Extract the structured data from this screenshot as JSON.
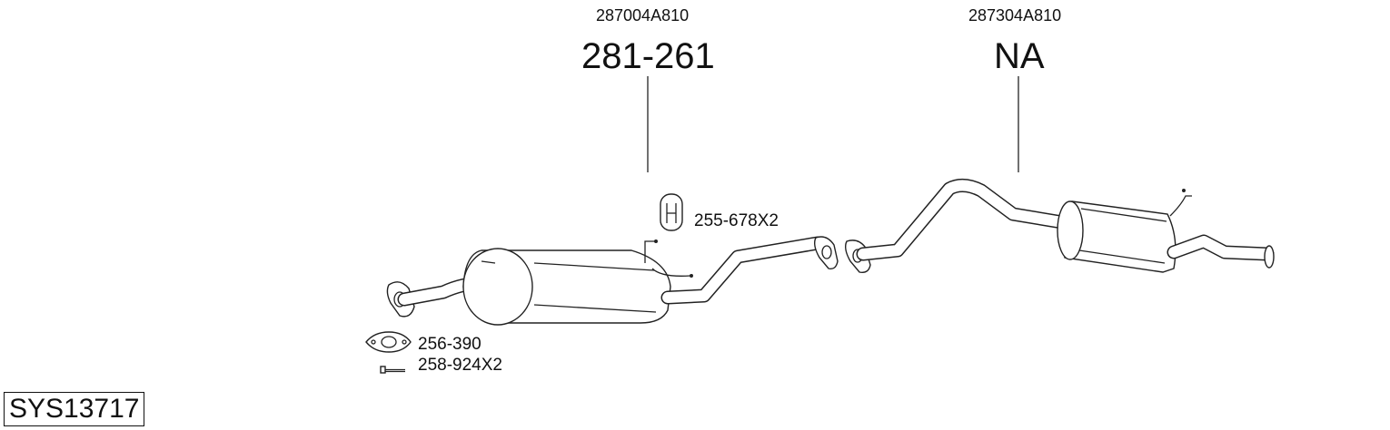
{
  "diagram": {
    "system_code": "SYS13717",
    "front_section": {
      "oem_number": "287004A810",
      "part_number": "281-261"
    },
    "rear_section": {
      "oem_number": "287304A810",
      "part_number": "NA"
    },
    "accessories": [
      {
        "part_number": "255-678X2",
        "icon": "rubber-hanger-icon"
      },
      {
        "part_number": "256-390",
        "icon": "flange-gasket-icon"
      },
      {
        "part_number": "258-924X2",
        "icon": "bolt-icon"
      }
    ]
  }
}
